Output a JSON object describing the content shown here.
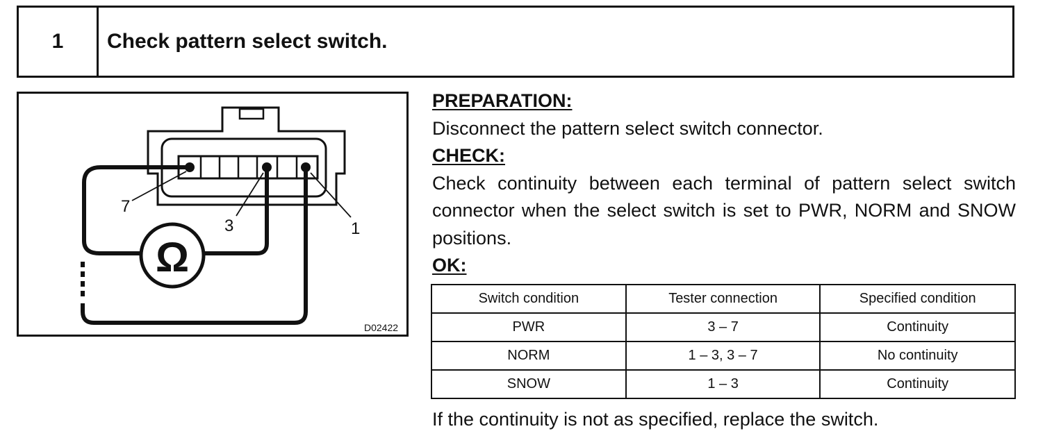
{
  "step": {
    "number": "1",
    "title": "Check pattern select switch."
  },
  "figure": {
    "code": "D02422",
    "symbol": "Ω",
    "terminal_labels": [
      "7",
      "3",
      "1"
    ]
  },
  "preparation": {
    "heading": "PREPARATION:",
    "text": "Disconnect the pattern select switch connector."
  },
  "check": {
    "heading": "CHECK:",
    "text": "Check continuity between each terminal of pattern select switch connector when the select switch is set to PWR, NORM and SNOW positions."
  },
  "ok": {
    "heading": "OK:"
  },
  "table": {
    "headers": [
      "Switch condition",
      "Tester connection",
      "Specified condition"
    ],
    "rows": [
      [
        "PWR",
        "3 – 7",
        "Continuity"
      ],
      [
        "NORM",
        "1 – 3, 3 – 7",
        "No continuity"
      ],
      [
        "SNOW",
        "1 – 3",
        "Continuity"
      ]
    ]
  },
  "footer": {
    "text": "If the continuity is not as specified, replace the switch."
  }
}
